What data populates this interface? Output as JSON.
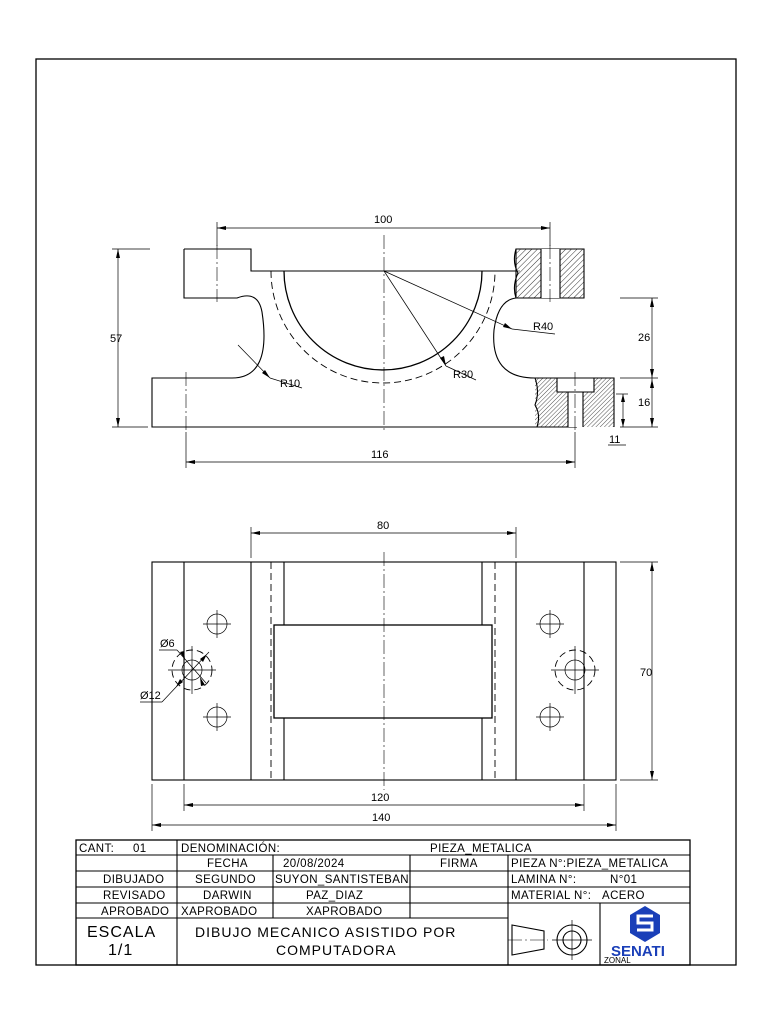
{
  "dimensions": {
    "top_width": "100",
    "height_total": "57",
    "radius_outer": "R40",
    "radius_inner": "R30",
    "radius_fillet": "R10",
    "height_upper": "26",
    "height_lower": "16",
    "counterbore": "11",
    "base_length": "116",
    "inner_width": "80",
    "depth": "70",
    "hole_small": "Ø6",
    "hole_large": "Ø12",
    "hole_spacing": "120",
    "overall_length": "140"
  },
  "title_block": {
    "cant_label": "CANT:",
    "cant_value": "01",
    "denominacion_label": "DENOMINACIÓN:",
    "denominacion_value": "PIEZA_METALICA",
    "fecha_label": "FECHA",
    "fecha_value": "20/08/2024",
    "firma_label": "FIRMA",
    "pieza_label": "PIEZA N°:PIEZA_METALICA",
    "dibujado_label": "DIBUJADO",
    "dibujado_name": "SEGUNDO",
    "dibujado_surname": "SUYON_SANTISTEBAN",
    "lamina_label": "LAMINA N°:",
    "lamina_value": "N°01",
    "revisado_label": "REVISADO",
    "revisado_name": "DARWIN",
    "revisado_surname": "PAZ_DIAZ",
    "material_label": "MATERIAL N°:",
    "material_value": "ACERO",
    "aprobado_label": "APROBADO",
    "aprobado_name": "XAPROBADO",
    "aprobado_surname": "XAPROBADO",
    "escala_label": "ESCALA",
    "escala_value": "1/1",
    "course_line1": "DIBUJO MECANICO ASISTIDO POR",
    "course_line2": "COMPUTADORA",
    "logo_text": "SENATI",
    "logo_sub": "ZONAL"
  },
  "colors": {
    "line": "#000000",
    "logo": "#1a3fb8"
  }
}
